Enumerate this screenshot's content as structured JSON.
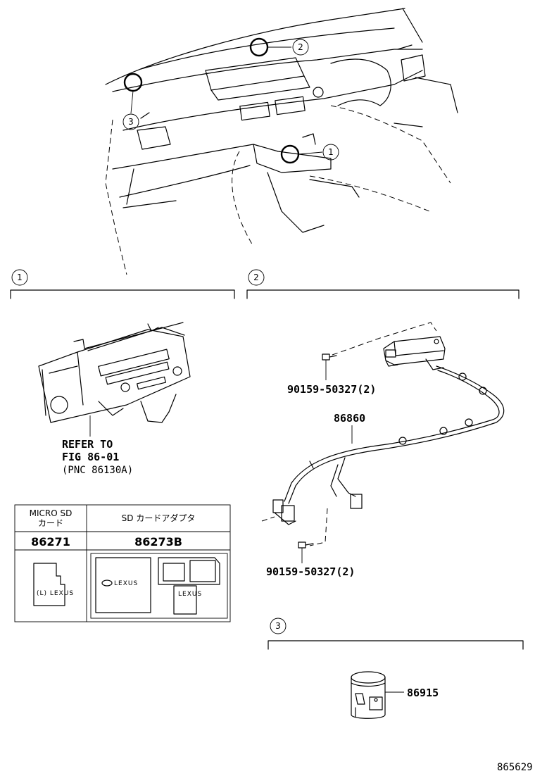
{
  "callouts": {
    "c1": "1",
    "c2": "2",
    "c3": "3"
  },
  "section1": {
    "refer_line1": "REFER TO",
    "refer_line2": "FIG 86-01",
    "refer_line3": "(PNC 86130A)"
  },
  "table": {
    "col1_header_line1": "MICRO SD",
    "col1_header_line2": "カード",
    "col2_header": "SD カードアダプタ",
    "col1_part": "86271",
    "col2_part": "86273B",
    "logo_text": "LEXUS"
  },
  "section2": {
    "bolt_top": "90159-50327(2)",
    "harness": "86860",
    "bolt_bottom": "90159-50327(2)"
  },
  "section3": {
    "part": "86915"
  },
  "footer": {
    "figure_id": "865629"
  }
}
